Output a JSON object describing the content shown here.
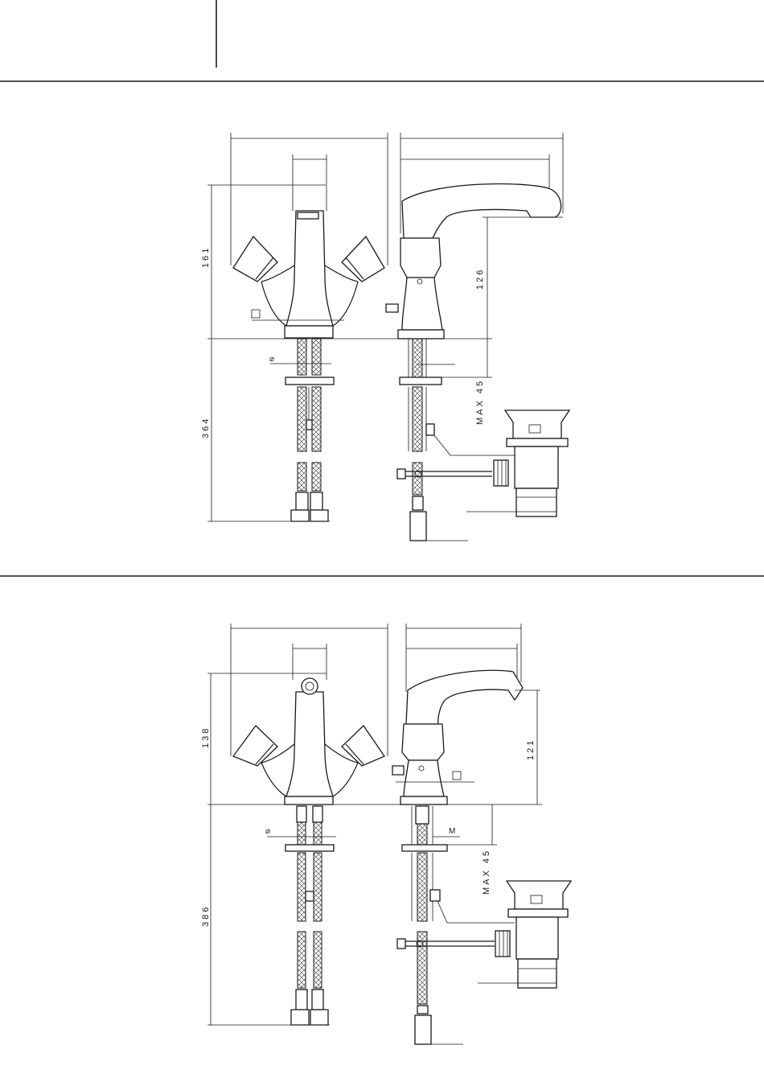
{
  "drawing_top": {
    "height_upper": "161",
    "height_lower": "364",
    "spout_height": "126",
    "max_label": "MAX 45",
    "square_symbol": "□",
    "diameter_symbol": "⌀"
  },
  "drawing_bottom": {
    "height_upper": "138",
    "height_lower": "386",
    "spout_height": "121",
    "max_label": "MAX 45",
    "square_symbol": "□",
    "diameter_symbol": "⌀",
    "thread_symbol": "M"
  }
}
